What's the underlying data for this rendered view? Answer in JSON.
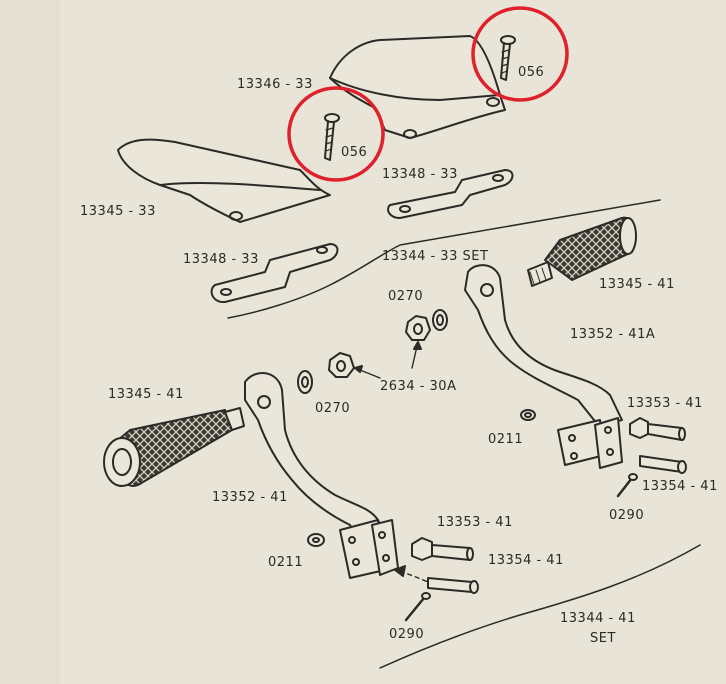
{
  "labels": {
    "l1": "13346 - 33",
    "l2": "056",
    "l3": "056",
    "l4": "13345 - 33",
    "l5": "13348 - 33",
    "l6": "13348 - 33",
    "l7": "13344 - 33  SET",
    "l8": "0270",
    "l9": "13345 - 41",
    "l10": "13352 - 41A",
    "l11": "2634 - 30A",
    "l12": "0270",
    "l13": "13345 - 41",
    "l14": "13353 - 41",
    "l15": "0211",
    "l16": "13352 - 41",
    "l17": "13354 - 41",
    "l18": "0290",
    "l19": "13353 - 41",
    "l20": "0211",
    "l21": "13354 - 41",
    "l22": "0290",
    "l23": "13344 - 41",
    "l24": "SET"
  },
  "colors": {
    "paper": "#e9e4d8",
    "ink": "#2b2a27",
    "highlight_circle": "#e0202a"
  },
  "highlighted_part": "056"
}
